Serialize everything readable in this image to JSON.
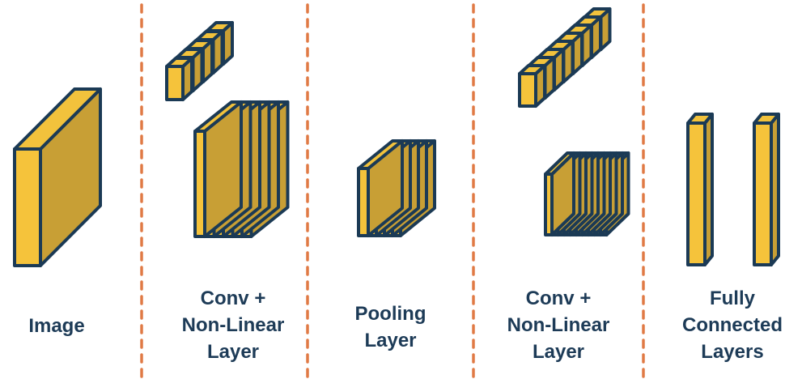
{
  "colors": {
    "face": "#f5c33b",
    "side": "#c89f35",
    "top": "#f2c23c",
    "outline": "#1b3a55",
    "divider": "#e07a45",
    "label": "#1d3b57"
  },
  "labels": {
    "image": [
      "Image"
    ],
    "conv1": [
      "Conv +",
      "Non-Linear",
      "Layer"
    ],
    "pooling": [
      "Pooling",
      "Layer"
    ],
    "conv2": [
      "Conv +",
      "Non-Linear",
      "Layer"
    ],
    "fc": [
      "Fully",
      "Connected",
      "Layers"
    ]
  }
}
